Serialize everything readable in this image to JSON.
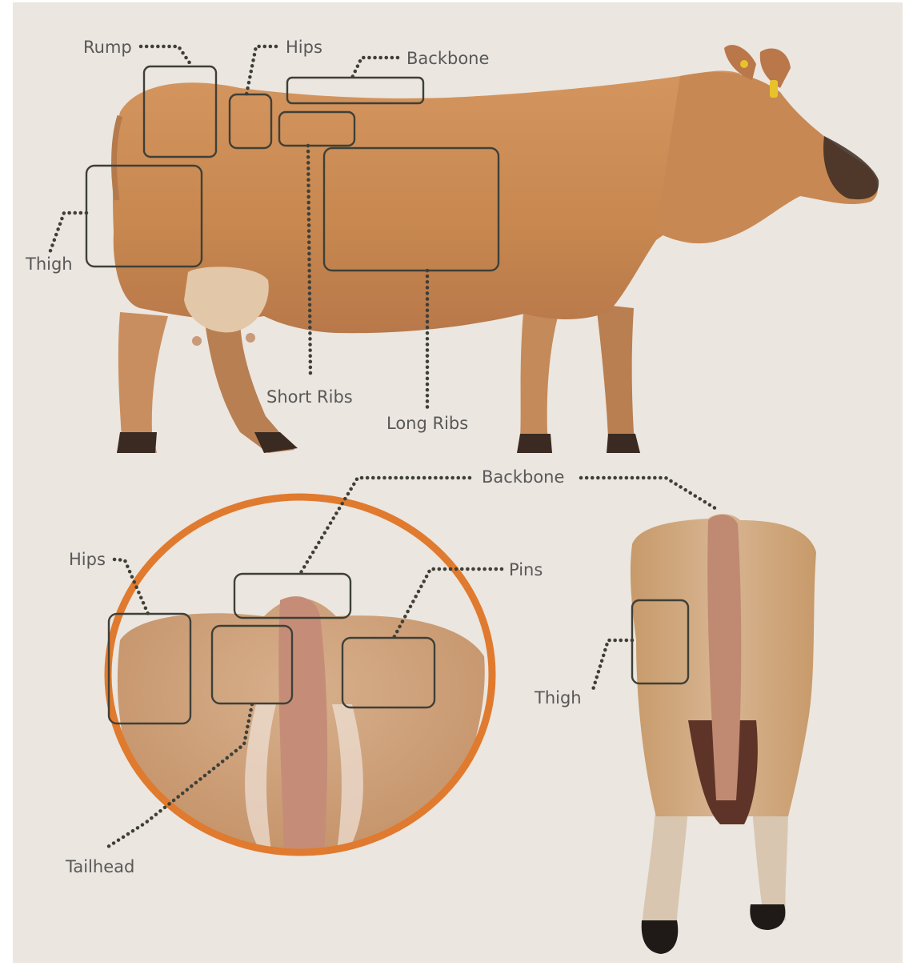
{
  "colors": {
    "background": "#ebe6df",
    "cow_coat": "#c98a5a",
    "callout_ring": "#e07a2e",
    "box_stroke": "#3e4038",
    "label_text": "#585858"
  },
  "side_view": {
    "labels": {
      "rump": "Rump",
      "hips": "Hips",
      "backbone": "Backbone",
      "thigh": "Thigh",
      "short_ribs": "Short Ribs",
      "long_ribs": "Long Ribs"
    }
  },
  "closeup_view": {
    "labels": {
      "hips": "Hips",
      "pins": "Pins",
      "tailhead": "Tailhead"
    }
  },
  "rear_view": {
    "labels": {
      "backbone": "Backbone",
      "thigh": "Thigh"
    }
  }
}
